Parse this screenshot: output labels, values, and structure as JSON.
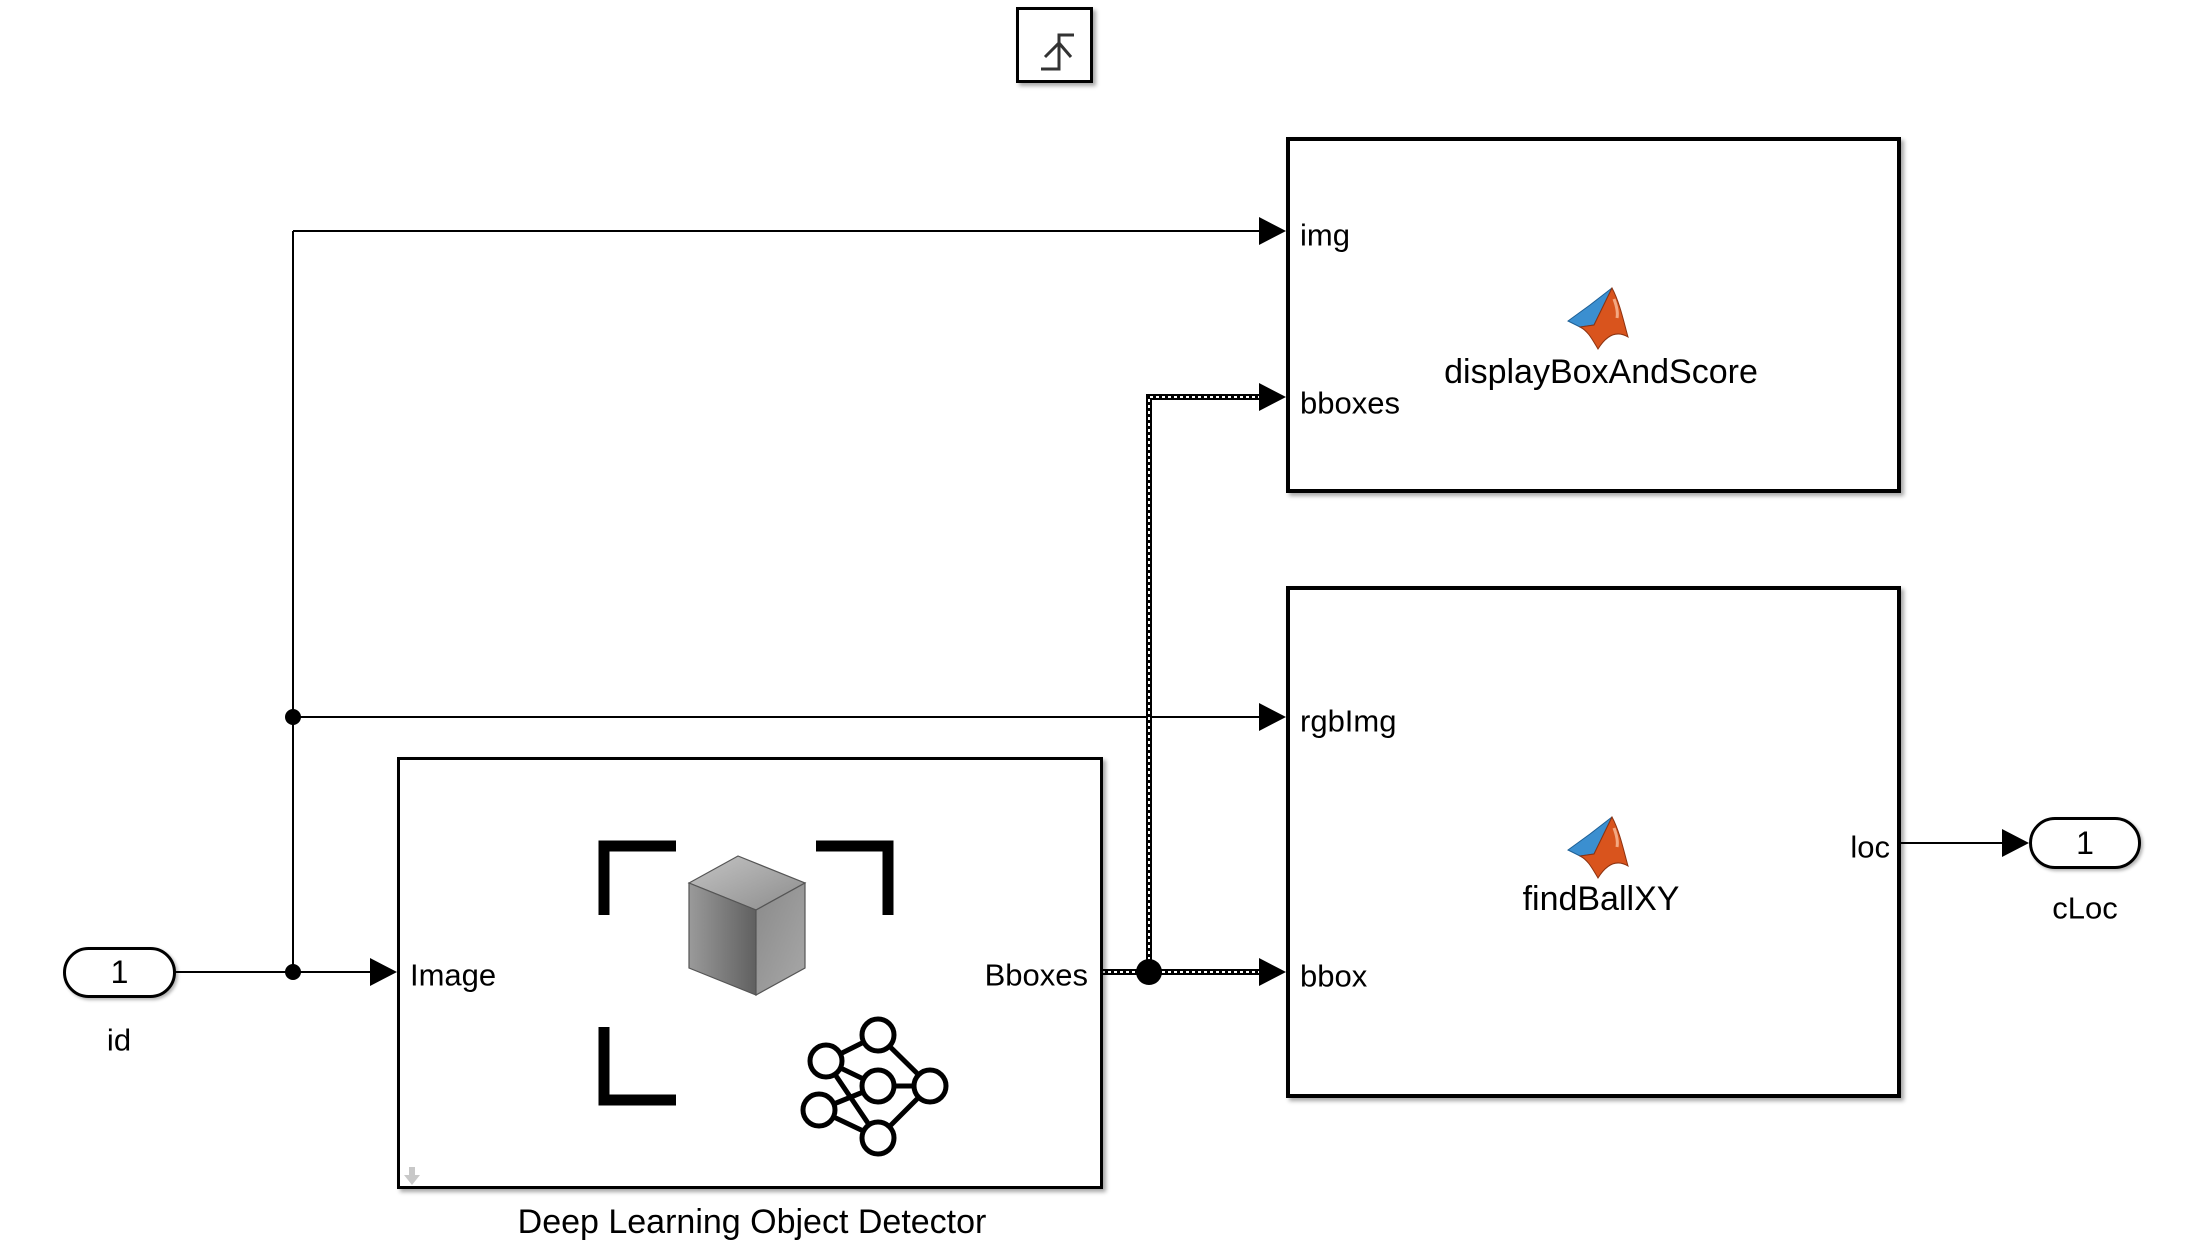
{
  "diagram": {
    "trigger_block": {
      "icon": "rising-edge-trigger-icon"
    },
    "inport": {
      "number": "1",
      "name": "id"
    },
    "outport": {
      "number": "1",
      "name": "cLoc"
    },
    "detector": {
      "name": "Deep Learning Object Detector",
      "input_port": "Image",
      "output_port": "Bboxes",
      "icon": "object-detector-neural-network-icon",
      "badge_icon": "down-arrow-icon"
    },
    "display_block": {
      "name": "displayBoxAndScore",
      "icon": "matlab-logo-icon",
      "ports_in": [
        "img",
        "bboxes"
      ]
    },
    "find_block": {
      "name": "findBallXY",
      "icon": "matlab-logo-icon",
      "ports_in": [
        "rgbImg",
        "bbox"
      ],
      "ports_out": [
        "loc"
      ]
    },
    "colors": {
      "matlab_orange": "#d9541d",
      "matlab_blue": "#3b8fd0",
      "line": "#000000"
    }
  }
}
